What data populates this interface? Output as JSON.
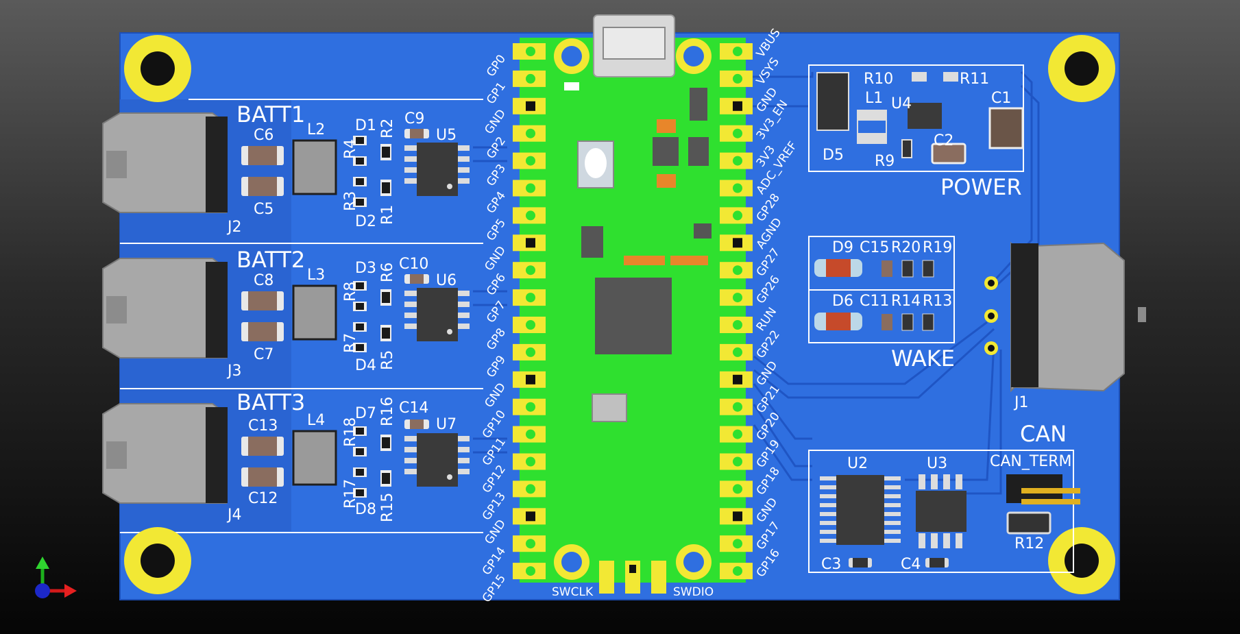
{
  "scene": {
    "background_top": "#5a5a5a",
    "board_color": "#2f6fe0",
    "pico_color": "#2fe02f",
    "pad_color": "#f2e834",
    "silk_color": "#ffffff"
  },
  "sections": {
    "batt1": "BATT1",
    "batt2": "BATT2",
    "batt3": "BATT3",
    "power": "POWER",
    "wake": "WAKE",
    "can": "CAN"
  },
  "connectors": {
    "j1": "J1",
    "j2": "J2",
    "j3": "J3",
    "j4": "J4"
  },
  "batt_channels": [
    {
      "ca": "C6",
      "cb": "C5",
      "l": "L2",
      "ra": "R4",
      "rb": "R3",
      "rc": "R2",
      "rd": "R1",
      "da": "D1",
      "db": "D2",
      "c": "C9",
      "u": "U5"
    },
    {
      "ca": "C8",
      "cb": "C7",
      "l": "L3",
      "ra": "R8",
      "rb": "R7",
      "rc": "R6",
      "rd": "R5",
      "da": "D3",
      "db": "D4",
      "c": "C10",
      "u": "U6"
    },
    {
      "ca": "C13",
      "cb": "C12",
      "l": "L4",
      "ra": "R18",
      "rb": "R17",
      "rc": "R16",
      "rd": "R15",
      "da": "D7",
      "db": "D8",
      "c": "C14",
      "u": "U7"
    }
  ],
  "power_block": {
    "r10": "R10",
    "r11": "R11",
    "l1": "L1",
    "u4": "U4",
    "c1": "C1",
    "d5": "D5",
    "r9": "R9",
    "c2": "C2"
  },
  "wake_block": {
    "row1": {
      "d": "D9",
      "c": "C15",
      "ra": "R20",
      "rb": "R19"
    },
    "row2": {
      "d": "D6",
      "c": "C11",
      "ra": "R14",
      "rb": "R13"
    }
  },
  "can_block": {
    "u2": "U2",
    "u3": "U3",
    "term": "CAN_TERM",
    "r12": "R12",
    "c3": "C3",
    "c4": "C4"
  },
  "pico": {
    "left_pins": [
      "GP0",
      "GP1",
      "GND",
      "GP2",
      "GP3",
      "GP4",
      "GP5",
      "GND",
      "GP6",
      "GP7",
      "GP8",
      "GP9",
      "GND",
      "GP10",
      "GP11",
      "GP12",
      "GP13",
      "GND",
      "GP14",
      "GP15"
    ],
    "right_pins": [
      "VBUS",
      "VSYS",
      "GND",
      "3V3_EN",
      "3V3",
      "ADC_VREF",
      "GP28",
      "AGND",
      "GP27",
      "GP26",
      "RUN",
      "GP22",
      "GND",
      "GP21",
      "GP20",
      "GP19",
      "GP18",
      "GND",
      "GP17",
      "GP16"
    ],
    "swclk": "SWCLK",
    "swdio": "SWDIO"
  }
}
